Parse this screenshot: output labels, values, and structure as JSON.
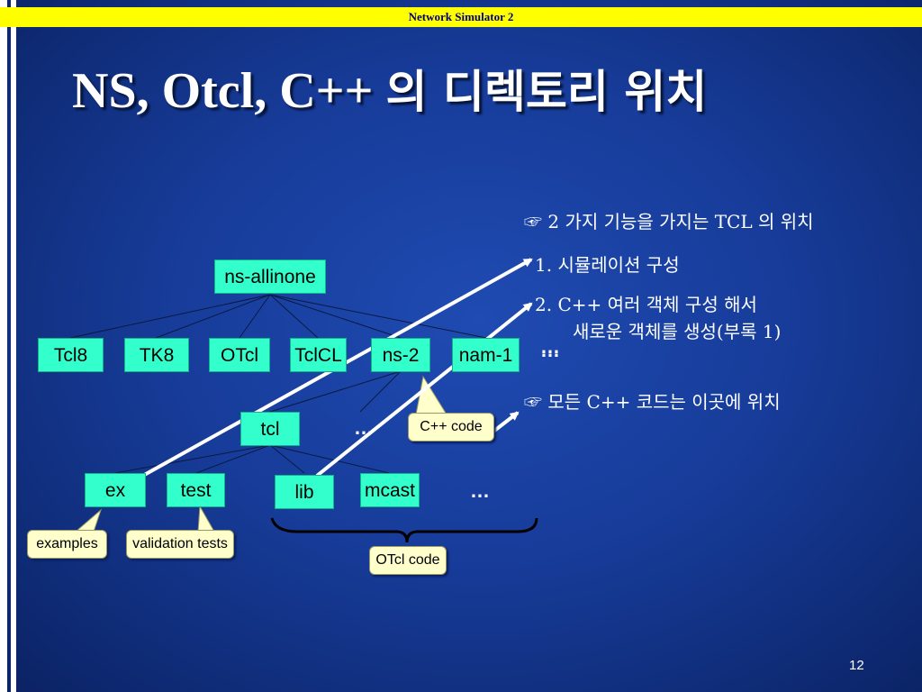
{
  "header": {
    "text": "Network Simulator 2"
  },
  "title": {
    "latin": "NS, Otcl, C++ ",
    "korean": "의 디렉토리 위치"
  },
  "tree": {
    "root": "ns-allinone",
    "level1": [
      "Tcl8",
      "TK8",
      "OTcl",
      "TclCL",
      "ns-2",
      "nam-1"
    ],
    "level2": "tcl",
    "level3": [
      "ex",
      "test",
      "lib",
      "mcast"
    ],
    "ellipsis": "…"
  },
  "callouts": {
    "cpp_code": "C++ code",
    "examples": "examples",
    "validation": "validation tests",
    "otcl_code": "OTcl code"
  },
  "notes": {
    "bullet1": "☞ 2 가지 기능을 가지는 TCL 의 위치",
    "item1": "1. 시뮬레이션 구성",
    "item2_line1": "2. C++ 여러 객체 구성 해서",
    "item2_line2": "새로운 객체를 생성(부록 1)",
    "item2_dots": "…",
    "bullet2": "☞  모든 C++ 코드는 이곳에 위치"
  },
  "page_number": "12",
  "colors": {
    "background": "#173c9a",
    "header_bar": "#ffff00",
    "node_fill": "#33ffcc",
    "callout_fill": "#ffffcc",
    "text": "#ffffff"
  }
}
